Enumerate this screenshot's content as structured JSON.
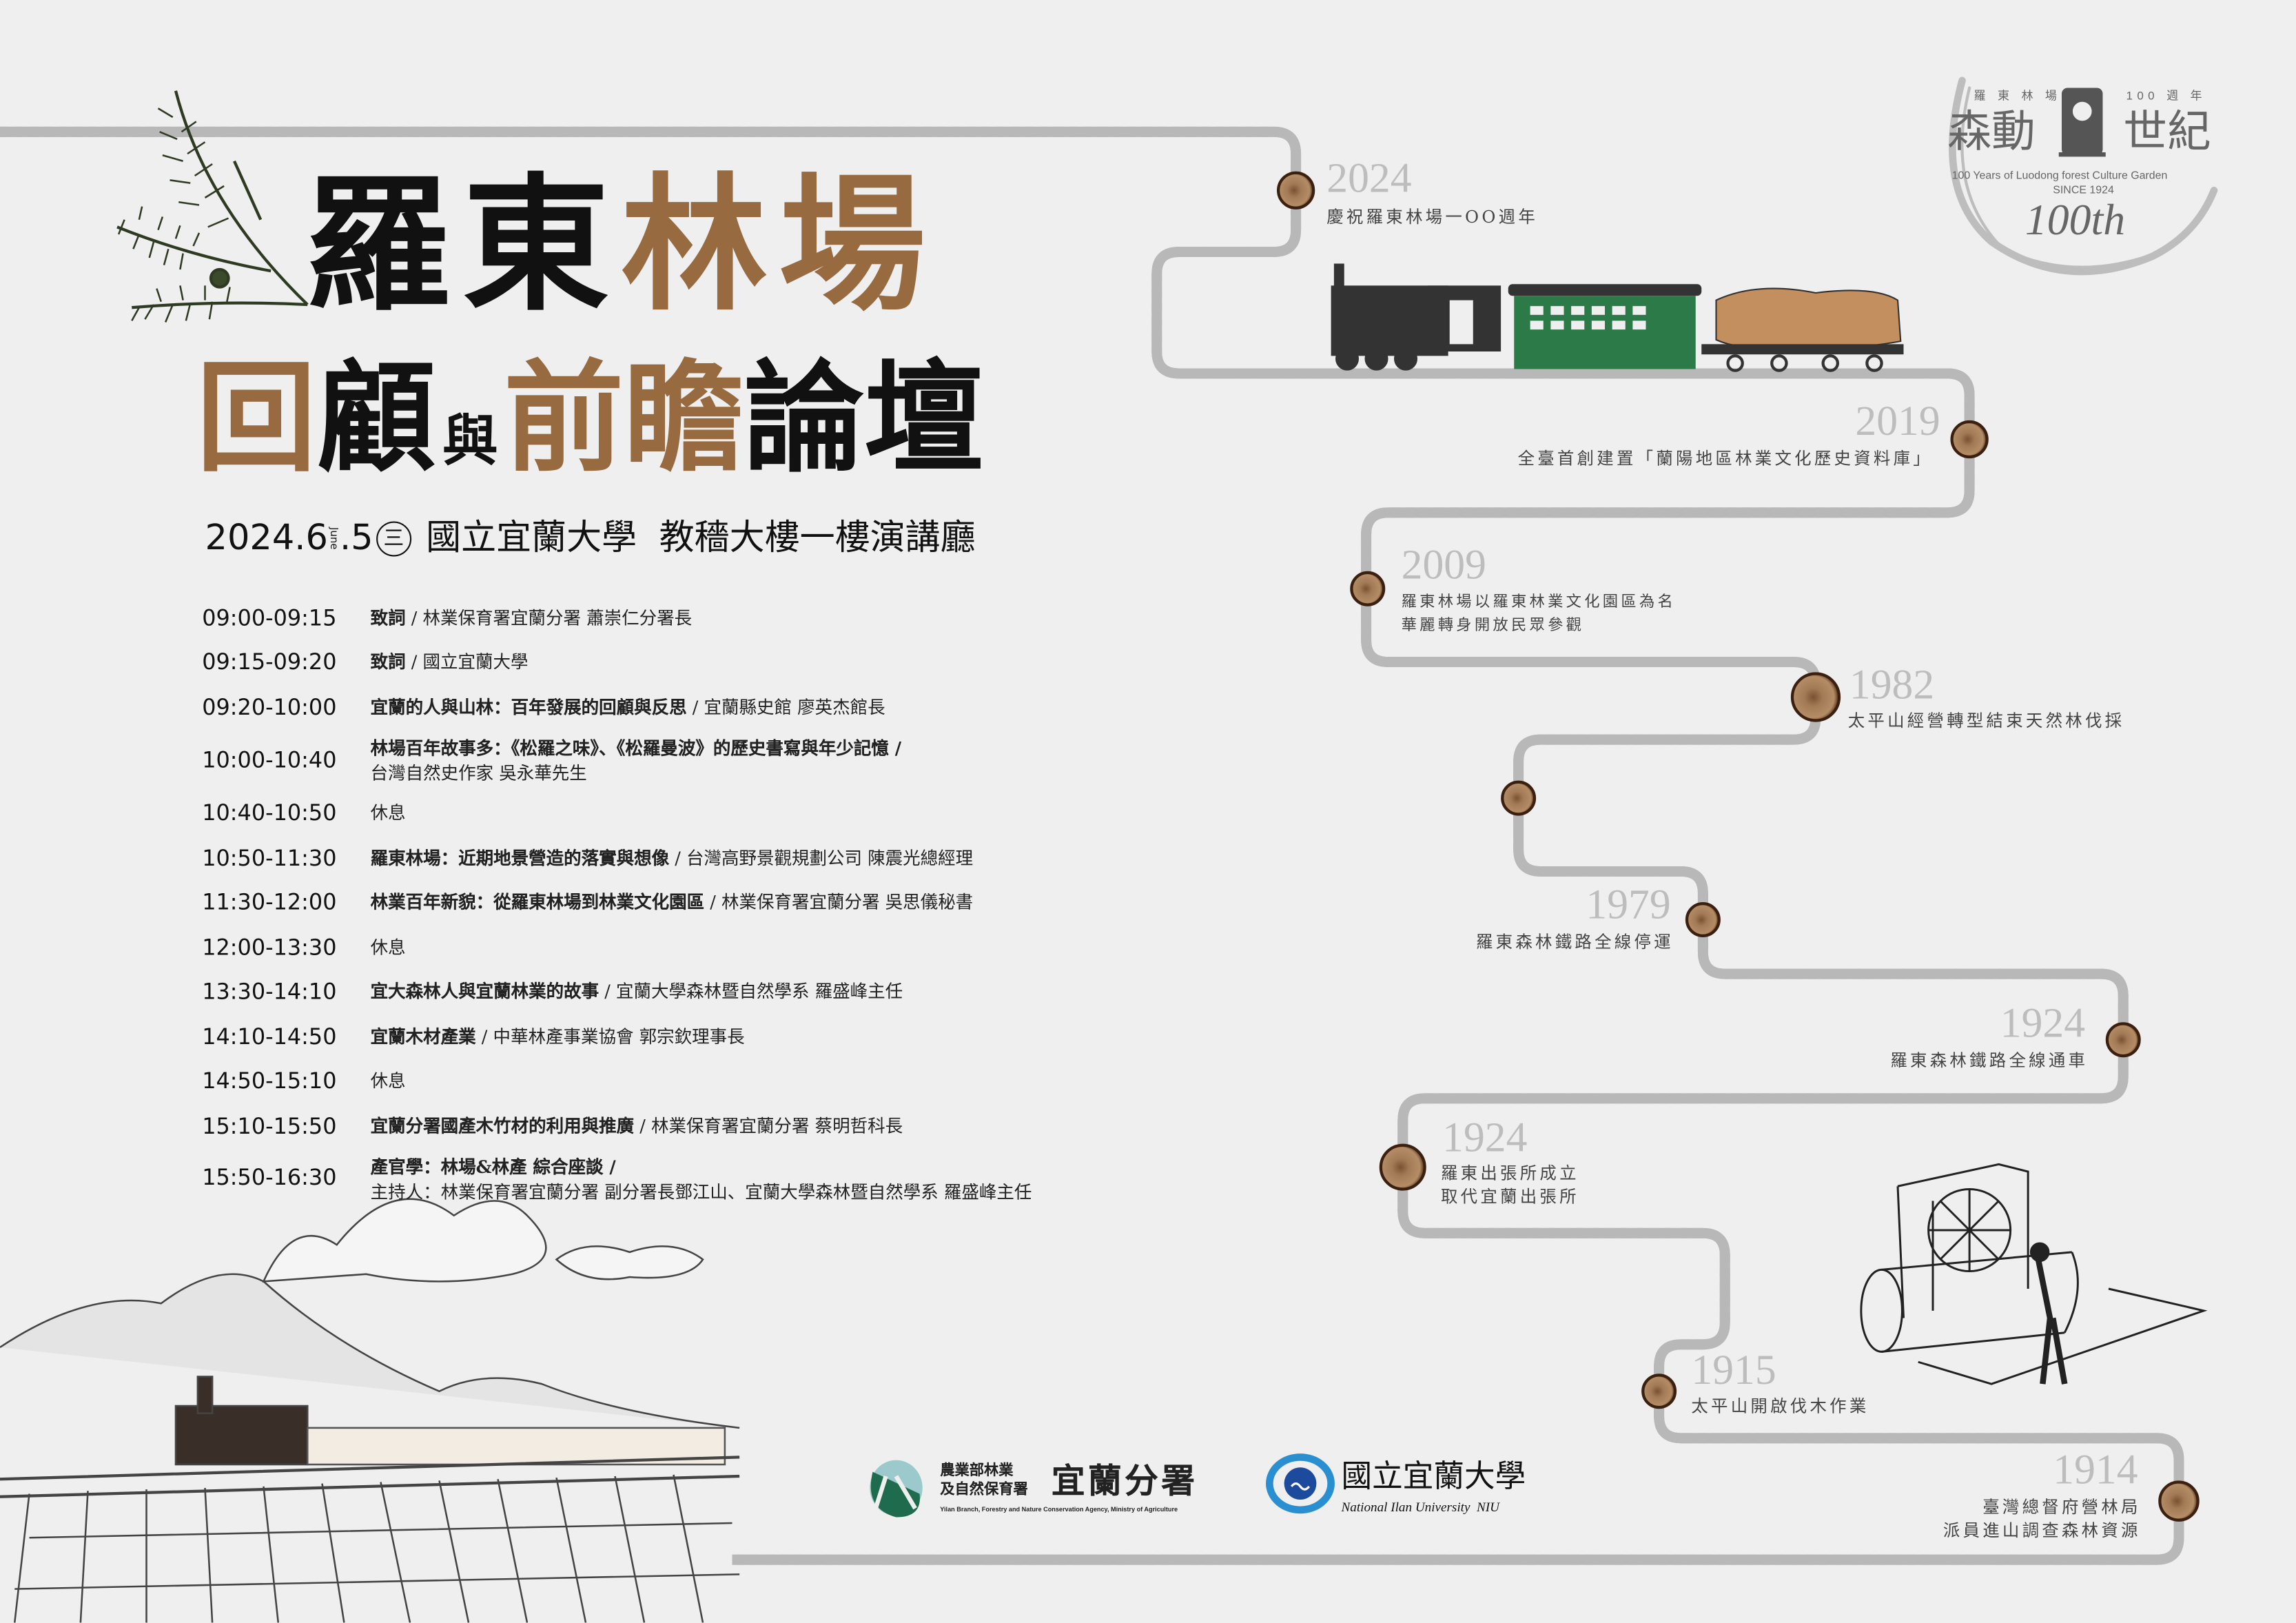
{
  "title": {
    "line1": [
      "羅",
      "東",
      "林",
      "場"
    ],
    "line2": [
      "回",
      "顧",
      "與",
      "前",
      "瞻",
      "論",
      "壇"
    ]
  },
  "event": {
    "date_main": "2024.6",
    "month_en": "June",
    "date_day": ".5",
    "weekday": "三",
    "venue": "國立宜蘭大學  教穡大樓一樓演講廳"
  },
  "schedule": [
    {
      "time": "09:00-09:15",
      "topic": "致詞",
      "speaker": " / 林業保育署宜蘭分署 蕭崇仁分署長"
    },
    {
      "time": "09:15-09:20",
      "topic": "致詞",
      "speaker": " / 國立宜蘭大學"
    },
    {
      "time": "09:20-10:00",
      "topic": "宜蘭的人與山林：百年發展的回顧與反思",
      "speaker": " / 宜蘭縣史館 廖英杰館長"
    },
    {
      "time": "10:00-10:40",
      "topic": "林場百年故事多：《松羅之味》、《松羅曼波》的歷史書寫與年少記憶 /",
      "speaker": "台灣自然史作家 吳永華先生"
    },
    {
      "time": "10:40-10:50",
      "topic": "",
      "speaker": "休息"
    },
    {
      "time": "10:50-11:30",
      "topic": "羅東林場：近期地景營造的落實與想像",
      "speaker": " / 台灣高野景觀規劃公司 陳震光總經理"
    },
    {
      "time": "11:30-12:00",
      "topic": "林業百年新貌：從羅東林場到林業文化園區",
      "speaker": " / 林業保育署宜蘭分署 吳思儀秘書"
    },
    {
      "time": "12:00-13:30",
      "topic": "",
      "speaker": "休息"
    },
    {
      "time": "13:30-14:10",
      "topic": "宜大森林人與宜蘭林業的故事",
      "speaker": " / 宜蘭大學森林暨自然學系 羅盛峰主任"
    },
    {
      "time": "14:10-14:50",
      "topic": "宜蘭木材產業",
      "speaker": " / 中華林產事業協會 郭宗欽理事長"
    },
    {
      "time": "14:50-15:10",
      "topic": "",
      "speaker": "休息"
    },
    {
      "time": "15:10-15:50",
      "topic": "宜蘭分署國產木竹材的利用與推廣",
      "speaker": " / 林業保育署宜蘭分署 蔡明哲科長"
    },
    {
      "time": "15:50-16:30",
      "topic": "產官學：林場&林產 綜合座談 /",
      "speaker": "主持人：林業保育署宜蘭分署 副分署長鄧江山、宜蘭大學森林暨自然學系 羅盛峰主任"
    }
  ],
  "timeline": [
    {
      "year": "2024",
      "lines": [
        "慶祝羅東林場一OO週年"
      ]
    },
    {
      "year": "2019",
      "lines": [
        "全臺首創建置「蘭陽地區林業文化歷史資料庫」"
      ]
    },
    {
      "year": "2009",
      "lines": [
        "羅東林場以羅東林業文化園區為名",
        "華麗轉身開放民眾參觀"
      ]
    },
    {
      "year": "1982",
      "lines": [
        "太平山經營轉型結束天然林伐採"
      ]
    },
    {
      "year": "1979",
      "lines": [
        "羅東森林鐵路全線停運"
      ]
    },
    {
      "year": "1924",
      "lines": [
        "羅東森林鐵路全線通車"
      ]
    },
    {
      "year": "1924",
      "lines": [
        "羅東出張所成立",
        "取代宜蘭出張所"
      ]
    },
    {
      "year": "1915",
      "lines": [
        "太平山開啟伐木作業"
      ]
    },
    {
      "year": "1914",
      "lines": [
        "臺灣總督府營林局",
        "派員進山調查森林資源"
      ]
    }
  ],
  "anniversary_logo": {
    "top_left": "羅 東 林 場",
    "top_right": "100 週 年",
    "main_left": "森動",
    "main_right": "世紀",
    "english": "100 Years of Luodong forest Culture Garden",
    "since": "SINCE 1924",
    "badge": "100th"
  },
  "organizers": {
    "agency_line1": "農業部林業",
    "agency_line2": "及自然保育署",
    "agency_branch": "宜蘭分署",
    "agency_english": "Yilan Branch, Forestry and Nature Conservation Agency, Ministry of Agriculture",
    "university_name": "國立宜蘭大學",
    "university_english": "National Ilan University  NIU"
  },
  "colors": {
    "background": "#efefef",
    "brown": "#976a40",
    "green": "#1e6b3e",
    "track": "#9a9a9a",
    "year_gray": "#bdbdbd"
  }
}
